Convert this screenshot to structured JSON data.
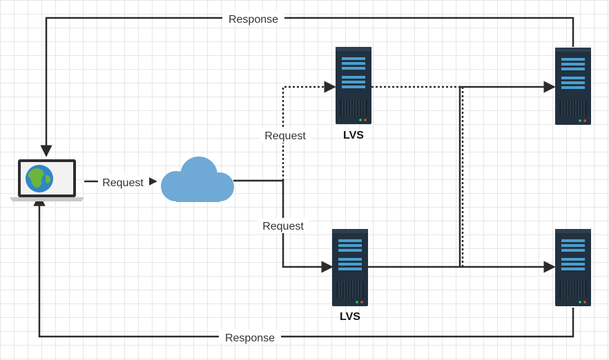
{
  "labels": {
    "response_top": "Response",
    "response_bottom": "Response",
    "request_client_cloud": "Request",
    "request_upper": "Request",
    "request_lower": "Request"
  },
  "nodes": {
    "client": {
      "icon": "laptop-globe-icon"
    },
    "network": {
      "icon": "cloud-icon"
    },
    "lvs_backup": {
      "label": "LVS",
      "icon": "server-icon"
    },
    "lvs_master": {
      "label": "LVS",
      "icon": "server-icon"
    },
    "real_server_1": {
      "icon": "server-icon"
    },
    "real_server_2": {
      "icon": "server-icon"
    }
  },
  "colors": {
    "line": "#2b2b2b",
    "server_body": "#22313f",
    "server_bar": "#4a9fd0",
    "cloud": "#6fa9d6",
    "globe_sea": "#2f86c8",
    "globe_land": "#6db33f"
  }
}
